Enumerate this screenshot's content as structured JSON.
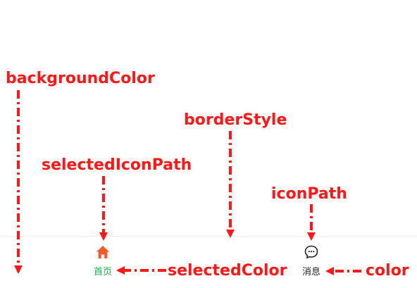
{
  "annotations": {
    "background_color": "backgroundColor",
    "border_style": "borderStyle",
    "selected_icon_path": "selectedIconPath",
    "icon_path": "iconPath",
    "selected_color": "selectedColor",
    "color": "color"
  },
  "tabs": [
    {
      "label": "首页",
      "icon": "home-icon",
      "selected": true
    },
    {
      "label": "消息",
      "icon": "message-bubble-icon",
      "selected": false
    }
  ],
  "colors": {
    "annotation": "#ff1717",
    "selected": "#17b24a",
    "normal": "#222222",
    "tabbar_border": "#ececec",
    "home_icon": "#f25b2a"
  }
}
